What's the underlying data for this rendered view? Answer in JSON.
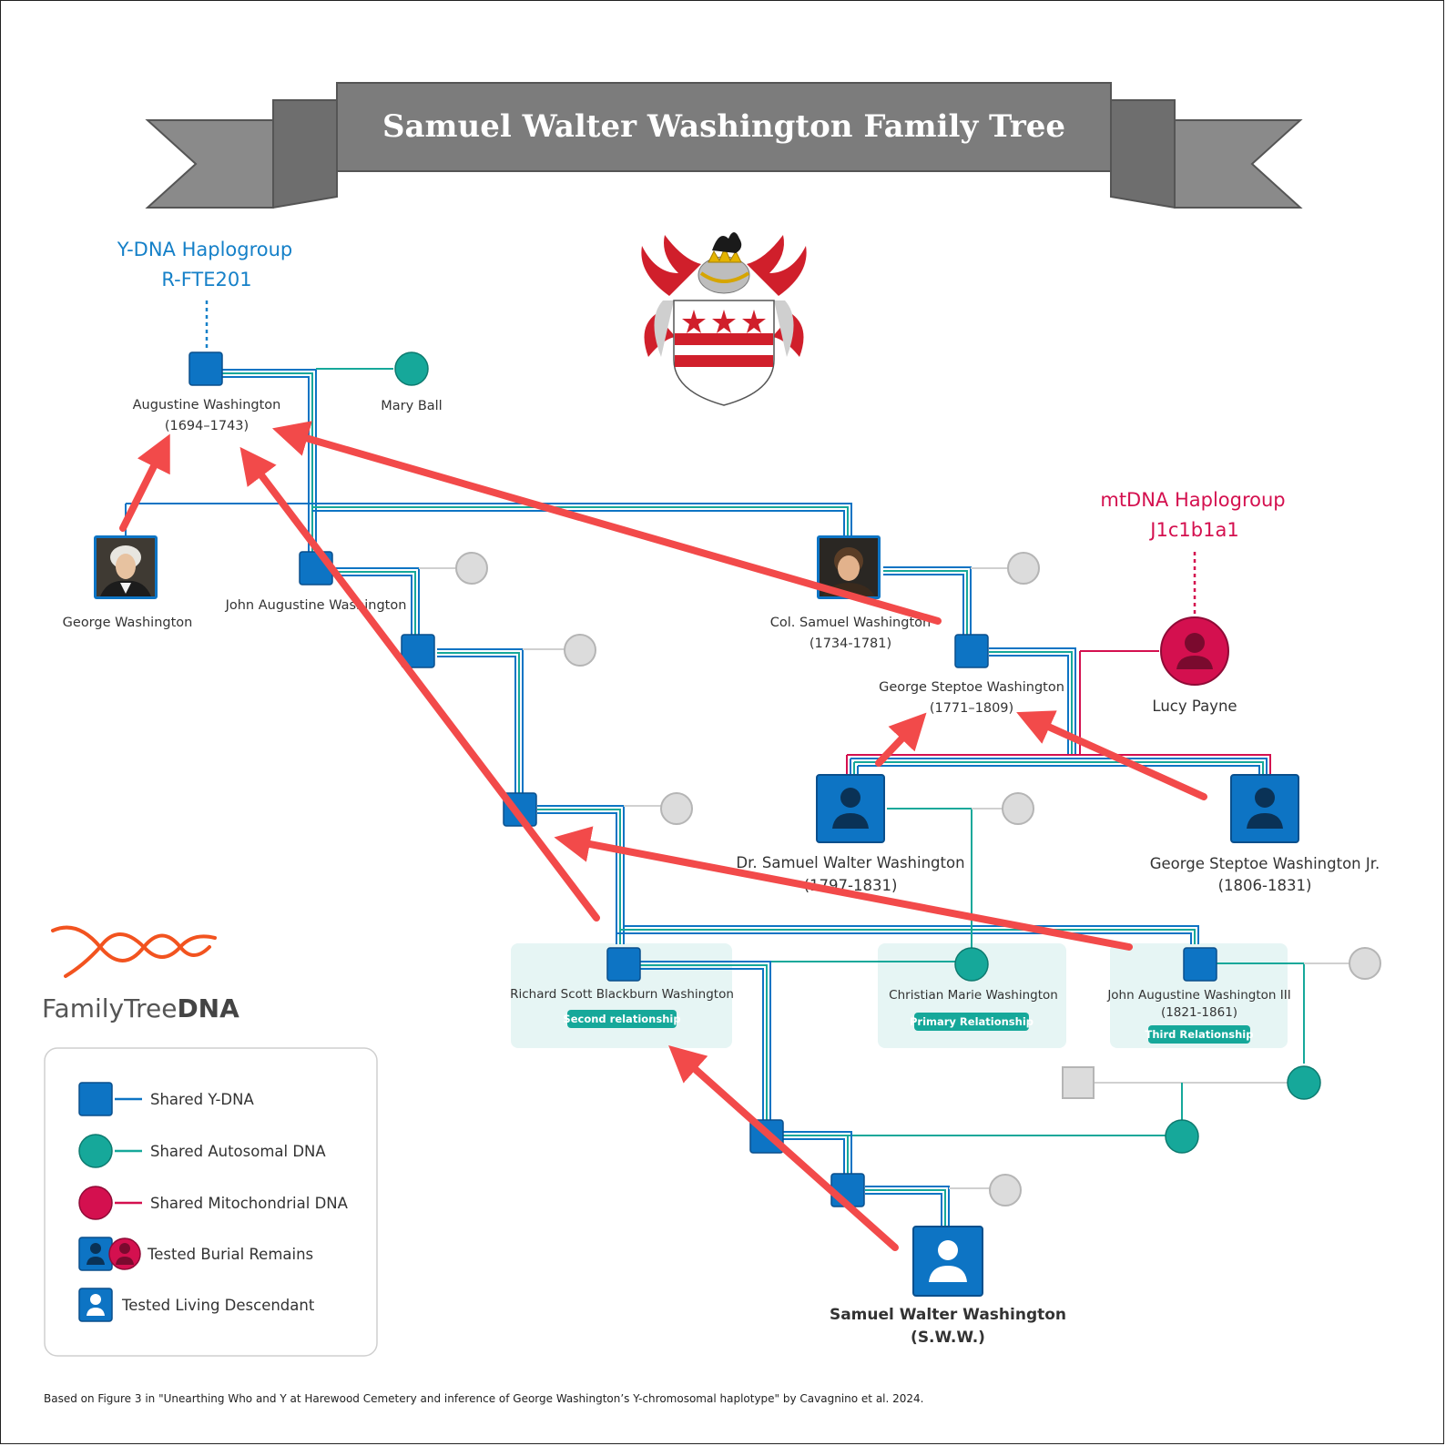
{
  "title": "Samuel Walter Washington Family Tree",
  "ydna": {
    "line1": "Y-DNA Haplogroup",
    "line2": "R-FTE201"
  },
  "mtdna": {
    "line1": "mtDNA Haplogroup",
    "line2": "J1c1b1a1"
  },
  "people": {
    "augustine": {
      "name": "Augustine Washington",
      "dates": "(1694–1743)"
    },
    "mary_ball": {
      "name": "Mary Ball"
    },
    "george": {
      "name": "George Washington"
    },
    "john_augustine": {
      "name": "John Augustine Washington"
    },
    "col_samuel": {
      "name": "Col. Samuel Washington",
      "dates": "(1734-1781)"
    },
    "george_steptoe": {
      "name": "George Steptoe Washington",
      "dates": "(1771–1809)"
    },
    "lucy_payne": {
      "name": "Lucy Payne"
    },
    "dr_samuel": {
      "name": "Dr. Samuel Walter Washington",
      "dates": "(1797-1831)"
    },
    "george_steptoe_jr": {
      "name": "George Steptoe Washington Jr.",
      "dates": "(1806-1831)"
    },
    "richard": {
      "name": "Richard Scott Blackburn Washington",
      "badge": "Second relationship"
    },
    "christian": {
      "name": "Christian Marie Washington",
      "badge": "Primary Relationship"
    },
    "john_iii": {
      "name": "John Augustine Washington III",
      "dates": "(1821-1861)",
      "badge": "Third Relationship"
    },
    "sww": {
      "name": "Samuel Walter Washington",
      "short": "(S.W.W.)"
    }
  },
  "brand": {
    "prefix": "FamilyTree",
    "suffix": "DNA"
  },
  "legend": {
    "ydna": "Shared Y-DNA",
    "autosomal": "Shared Autosomal DNA",
    "mito": "Shared Mitochondrial DNA",
    "burial": "Tested Burial Remains",
    "living": "Tested Living Descendant"
  },
  "footnote": "Based on Figure 3 in \"Unearthing Who and Y at Harewood Cemetery and inference of George Washington’s Y-chromosomal haplotype\" by Cavagnino et al. 2024.",
  "colors": {
    "ydna": "#0d74c4",
    "autosomal": "#16a89a",
    "mito": "#d4104f",
    "arrow": "#f24a4a",
    "banner": "#7c7c7c",
    "unknown": "#d8d8d8"
  }
}
